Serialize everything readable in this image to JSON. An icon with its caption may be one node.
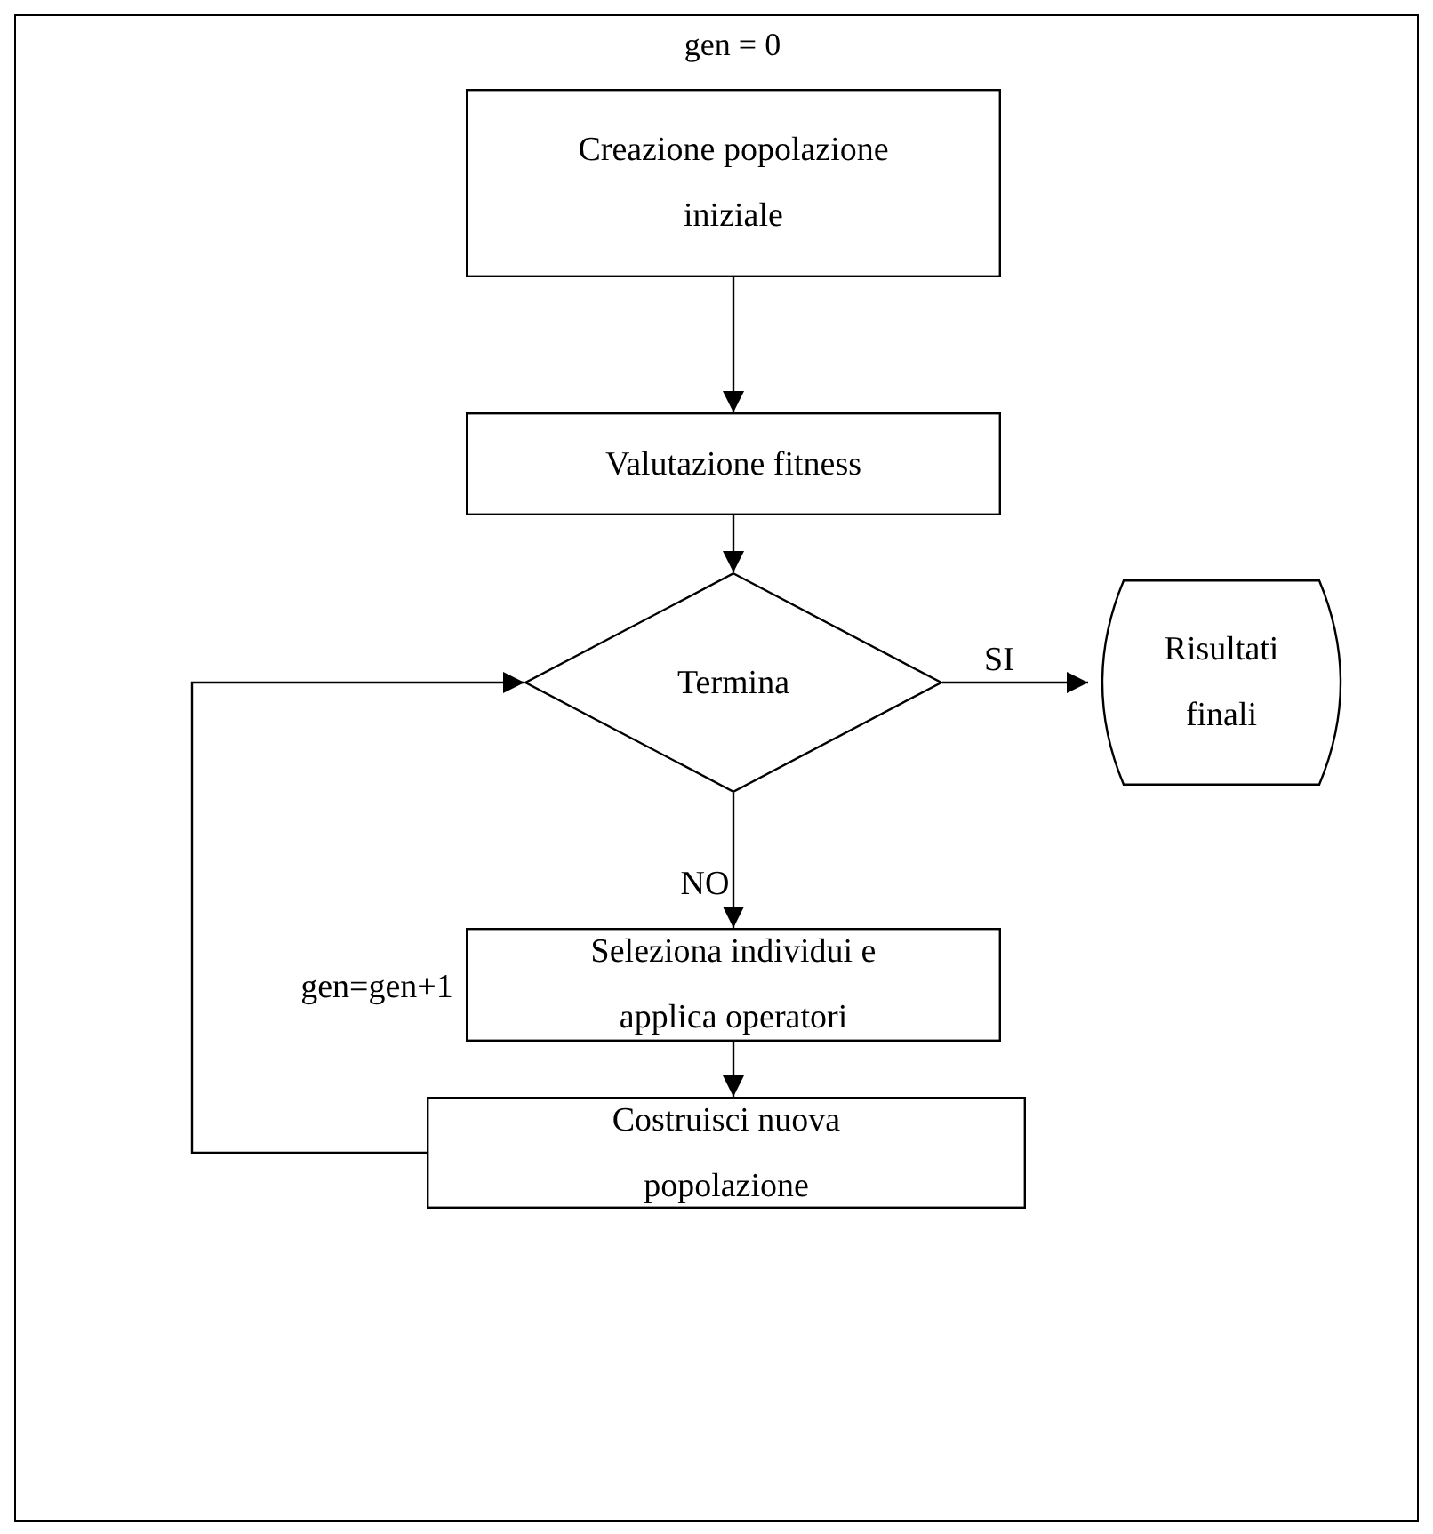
{
  "diagram": {
    "nodes": [
      {
        "text": [
          "Creazione popolazione iniziale"
        ]
      },
      {
        "text": [
          "Valutazione fitness"
        ]
      },
      {
        "text": [
          "Termina"
        ]
      },
      {
        "text": [
          "Risultati finali"
        ]
      },
      {
        "text": [
          "Seleziona individui e applica operatori"
        ]
      },
      {
        "text": [
          "Costruisci nuova popolazione"
        ]
      }
    ],
    "edges": [
      {
        "from": 0,
        "to": 1,
        "arrow": "to"
      },
      {
        "from": 1,
        "to": 2,
        "arrow": "to"
      },
      {
        "from": 2,
        "to": 3,
        "arrow": "to",
        "label": "SI"
      },
      {
        "from": 2,
        "to": 4,
        "arrow": "to",
        "label": "NO"
      },
      {
        "from": 4,
        "to": 5,
        "arrow": "to"
      },
      {
        "from": 5,
        "to": 2,
        "arrow": "to",
        "label": "gen=gen+1"
      }
    ],
    "labels": [
      "gen = 0"
    ]
  }
}
